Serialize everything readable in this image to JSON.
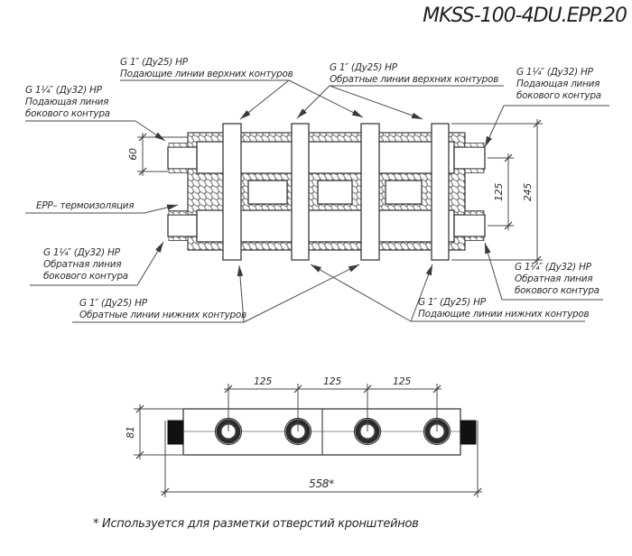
{
  "title": "MKSS-100-4DU.EPP.20",
  "front_view": {
    "labels": {
      "supply_upper": {
        "size": "G 1″ (Ду25) НР",
        "desc": "Подающие линии верхних контуров"
      },
      "return_upper": {
        "size": "G 1″ (Ду25) НР",
        "desc": "Обратные линии верхних контуров"
      },
      "side_supply_left": {
        "size": "G 1¼″ (Ду32) НР",
        "desc1": "Подающая линия",
        "desc2": "бокового контура"
      },
      "side_supply_right": {
        "size": "G 1¼″ (Ду32) НР",
        "desc1": "Подающая линия",
        "desc2": "бокового контура"
      },
      "side_return_left": {
        "size": "G 1¼″ (Ду32) НР",
        "desc1": "Обратная линия",
        "desc2": "бокового контура"
      },
      "side_return_right": {
        "size": "G 1¼″ (Ду32) НР",
        "desc1": "Обратная линия",
        "desc2": "бокового контура"
      },
      "return_lower": {
        "size": "G 1″ (Ду25) НР",
        "desc": "Обратные линии нижних контуров"
      },
      "supply_lower": {
        "size": "G 1″ (Ду25) НР",
        "desc": "Подающие линии нижних контуров"
      },
      "insulation": "EPP– термоизоляция"
    },
    "dimensions": {
      "port_height": "60",
      "side_ports_spacing": "125",
      "overall_height": "245"
    }
  },
  "top_view": {
    "dimensions": {
      "body_width": "81",
      "port_spacing": [
        "125",
        "125",
        "125"
      ],
      "overall_length": "558*"
    }
  },
  "footnote": "* Используется для разметки отверстий кронштейнов",
  "colors": {
    "line": "#3a3a3a",
    "text": "#2d2d2d",
    "background": "#ffffff"
  }
}
